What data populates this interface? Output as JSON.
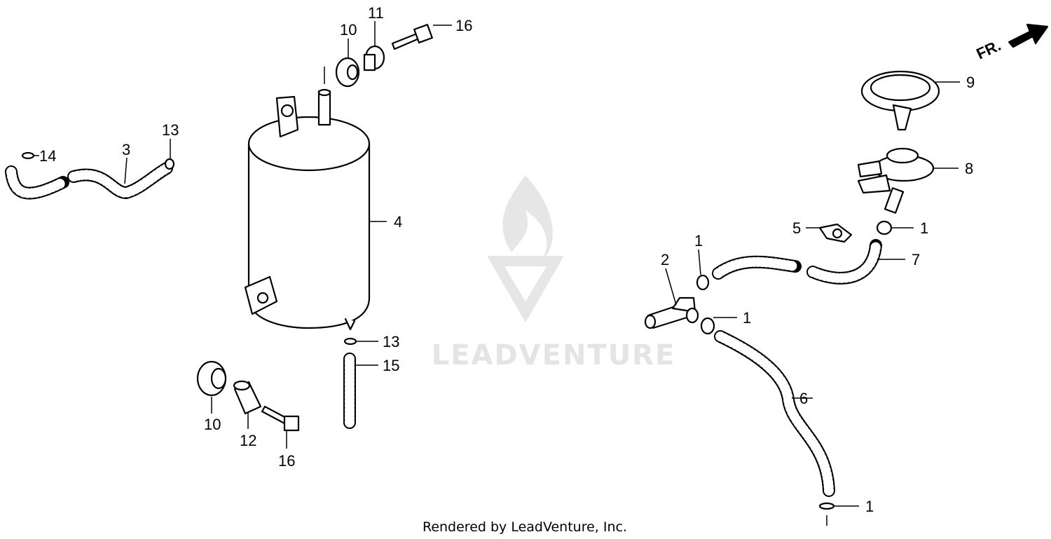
{
  "diagram": {
    "watermark": "LEADVENTURE",
    "footer": "Rendered by LeadVenture, Inc.",
    "direction_label": "FR.",
    "callouts": {
      "c14": "14",
      "c3": "3",
      "c13a": "13",
      "c10a": "10",
      "c11": "11",
      "c16a": "16",
      "c4": "4",
      "c13b": "13",
      "c15": "15",
      "c10b": "10",
      "c12": "12",
      "c16b": "16",
      "c2": "2",
      "c1a": "1",
      "c1b": "1",
      "c5": "5",
      "c1c": "1",
      "c7": "7",
      "c8": "8",
      "c9": "9",
      "c6": "6",
      "c1d": "1"
    }
  }
}
